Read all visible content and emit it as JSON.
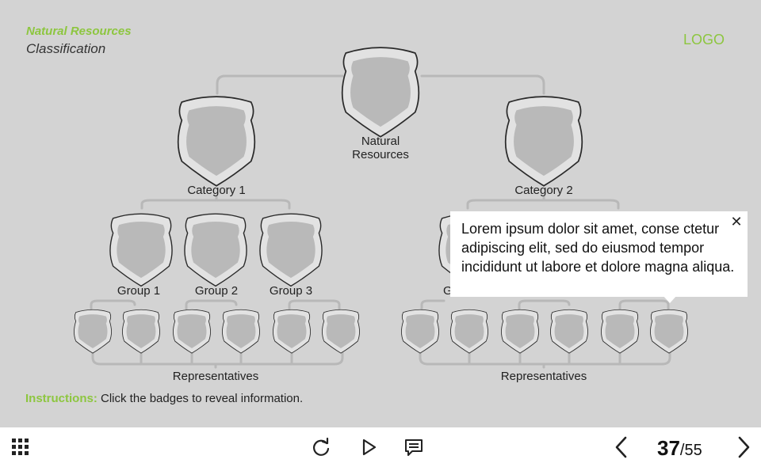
{
  "header": {
    "title": "Natural Resources",
    "subtitle": "Classification",
    "logo": "LOGO"
  },
  "tree": {
    "root_label": "Natural Resources",
    "categories": [
      "Category 1",
      "Category 2"
    ],
    "groups_category1": [
      "Group 1",
      "Group 2",
      "Group 3"
    ],
    "group_partial_label": "G",
    "representatives_label": "Representatives"
  },
  "instructions": {
    "label": "Instructions:",
    "text": "Click the badges to reveal information."
  },
  "tooltip": {
    "text": "Lorem ipsum dolor sit amet, conse ctetur adipiscing elit, sed do eiusmod tempor incididunt ut labore et dolore magna aliqua.",
    "close_symbol": "✕"
  },
  "toolbar": {
    "menu_icon": "grid-menu-icon",
    "replay_icon": "replay-icon",
    "play_icon": "play-icon",
    "notes_icon": "notes-icon",
    "prev_icon": "chevron-left-icon",
    "next_icon": "chevron-right-icon",
    "current_page": "37",
    "total_pages": "/55"
  },
  "colors": {
    "stage_bg": "#d3d3d3",
    "accent": "#8dc63f",
    "connector": "#b8b8b8",
    "badge_fill": "#b9b9b9",
    "badge_outline": "#2a2a2a"
  }
}
